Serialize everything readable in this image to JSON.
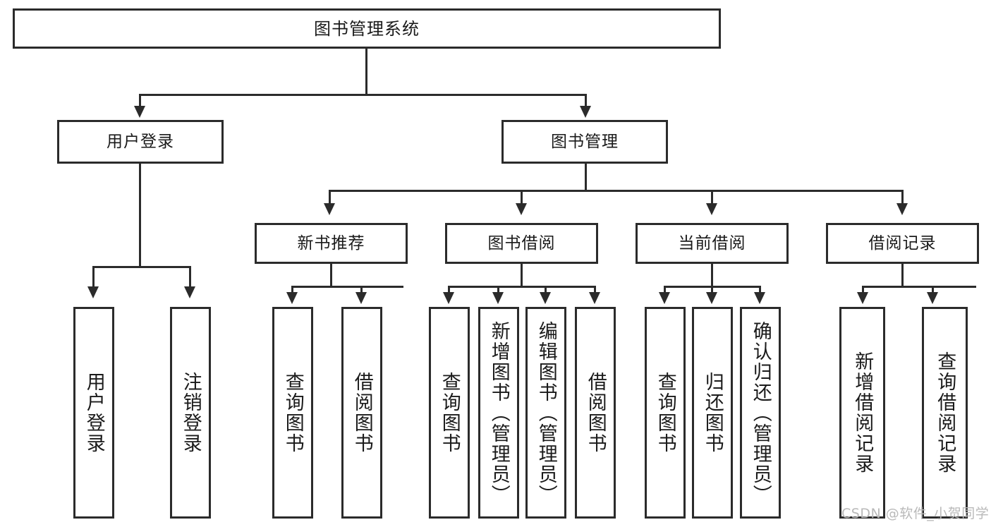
{
  "diagram": {
    "title": "图书管理系统",
    "type": "tree-hierarchy-diagram",
    "colors": {
      "stroke": "#2b2b2b",
      "fill": "#ffffff",
      "text": "#1a1a1a",
      "watermark": "#b9b9b9"
    },
    "root": {
      "label": "图书管理系统"
    },
    "level2": [
      {
        "label": "用户登录"
      },
      {
        "label": "图书管理"
      }
    ],
    "level3": [
      {
        "label": "新书推荐"
      },
      {
        "label": "图书借阅"
      },
      {
        "label": "当前借阅"
      },
      {
        "label": "借阅记录"
      }
    ],
    "leaves": {
      "user_login": [
        {
          "label": "用户登录"
        },
        {
          "label": "注销登录"
        }
      ],
      "new_book_recommend": [
        {
          "label": "查询图书"
        },
        {
          "label": "借阅图书"
        }
      ],
      "book_borrow": [
        {
          "label": "查询图书"
        },
        {
          "label": "新增图书（管理员）"
        },
        {
          "label": "编辑图书（管理员）"
        },
        {
          "label": "借阅图书"
        }
      ],
      "current_borrow": [
        {
          "label": "查询图书"
        },
        {
          "label": "归还图书"
        },
        {
          "label": "确认归还（管理员）"
        }
      ],
      "borrow_record": [
        {
          "label": "新增借阅记录"
        },
        {
          "label": "查询借阅记录"
        }
      ]
    },
    "watermark": "CSDN @软件_小贺同学"
  },
  "chart_data": {
    "type": "table",
    "title": "图书管理系统",
    "nodes": [
      {
        "id": "root",
        "label": "图书管理系统",
        "level": 1,
        "parent": null
      },
      {
        "id": "n2-1",
        "label": "用户登录",
        "level": 2,
        "parent": "root"
      },
      {
        "id": "n2-2",
        "label": "图书管理",
        "level": 2,
        "parent": "root"
      },
      {
        "id": "n3-1",
        "label": "新书推荐",
        "level": 3,
        "parent": "n2-2"
      },
      {
        "id": "n3-2",
        "label": "图书借阅",
        "level": 3,
        "parent": "n2-2"
      },
      {
        "id": "n3-3",
        "label": "当前借阅",
        "level": 3,
        "parent": "n2-2"
      },
      {
        "id": "n3-4",
        "label": "借阅记录",
        "level": 3,
        "parent": "n2-2"
      },
      {
        "id": "l1",
        "label": "用户登录",
        "level": 4,
        "parent": "n2-1"
      },
      {
        "id": "l2",
        "label": "注销登录",
        "level": 4,
        "parent": "n2-1"
      },
      {
        "id": "l3",
        "label": "查询图书",
        "level": 4,
        "parent": "n3-1"
      },
      {
        "id": "l4",
        "label": "借阅图书",
        "level": 4,
        "parent": "n3-1"
      },
      {
        "id": "l5",
        "label": "查询图书",
        "level": 4,
        "parent": "n3-2"
      },
      {
        "id": "l6",
        "label": "新增图书（管理员）",
        "level": 4,
        "parent": "n3-2"
      },
      {
        "id": "l7",
        "label": "编辑图书（管理员）",
        "level": 4,
        "parent": "n3-2"
      },
      {
        "id": "l8",
        "label": "借阅图书",
        "level": 4,
        "parent": "n3-2"
      },
      {
        "id": "l9",
        "label": "查询图书",
        "level": 4,
        "parent": "n3-3"
      },
      {
        "id": "l10",
        "label": "归还图书",
        "level": 4,
        "parent": "n3-3"
      },
      {
        "id": "l11",
        "label": "确认归还（管理员）",
        "level": 4,
        "parent": "n3-3"
      },
      {
        "id": "l12",
        "label": "新增借阅记录",
        "level": 4,
        "parent": "n3-4"
      },
      {
        "id": "l13",
        "label": "查询借阅记录",
        "level": 4,
        "parent": "n3-4"
      }
    ]
  }
}
